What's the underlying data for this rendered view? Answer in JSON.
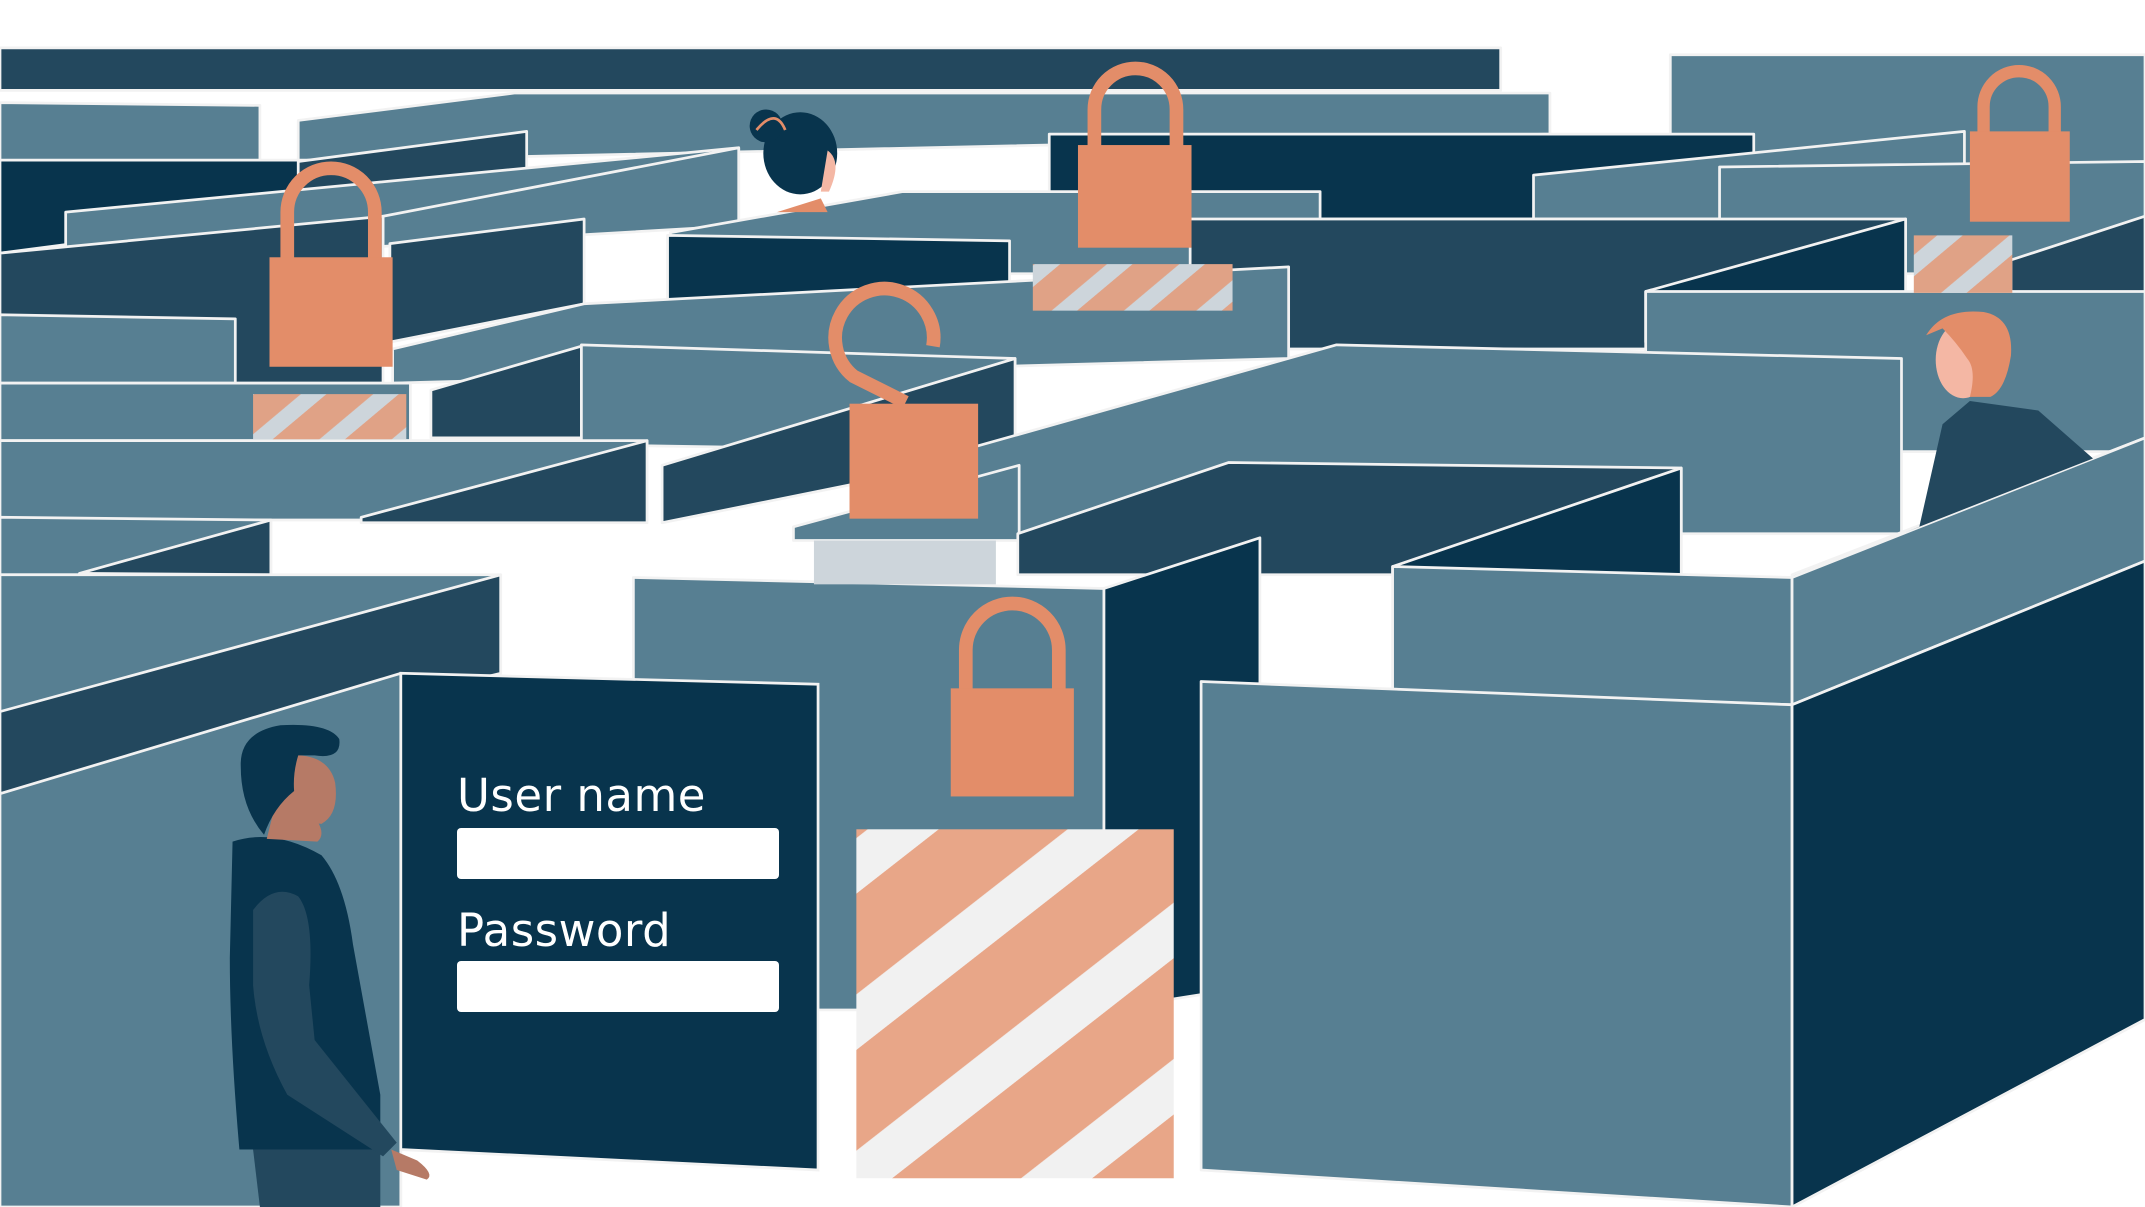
{
  "illustration": {
    "theme": "security maze with padlocks and login form",
    "colors": {
      "background": "#ffffff",
      "wall_light": "#577f92",
      "wall_mid": "#23485e",
      "wall_dark": "#08344d",
      "outline": "#f2f2f2",
      "lock_orange": "#e38d69",
      "stripe_peach": "#e8a688",
      "stripe_light": "#f1f1f1",
      "stripe_grey": "#cdd5db",
      "skin_brown": "#b67a66",
      "skin_light": "#f4b7a4"
    },
    "padlocks": [
      {
        "position": "top-left",
        "state": "locked"
      },
      {
        "position": "top-center",
        "state": "locked"
      },
      {
        "position": "top-right",
        "state": "locked"
      },
      {
        "position": "center",
        "state": "unlocked"
      },
      {
        "position": "lower-center",
        "state": "locked"
      }
    ],
    "people": [
      {
        "position": "bottom-left",
        "description": "person in hoodie looking at login form"
      },
      {
        "position": "top-center",
        "description": "person with hair bun behind wall"
      },
      {
        "position": "right",
        "description": "person with orange hair behind wall"
      }
    ]
  },
  "login_form": {
    "username_label": "User name",
    "username_value": "",
    "password_label": "Password",
    "password_value": ""
  }
}
